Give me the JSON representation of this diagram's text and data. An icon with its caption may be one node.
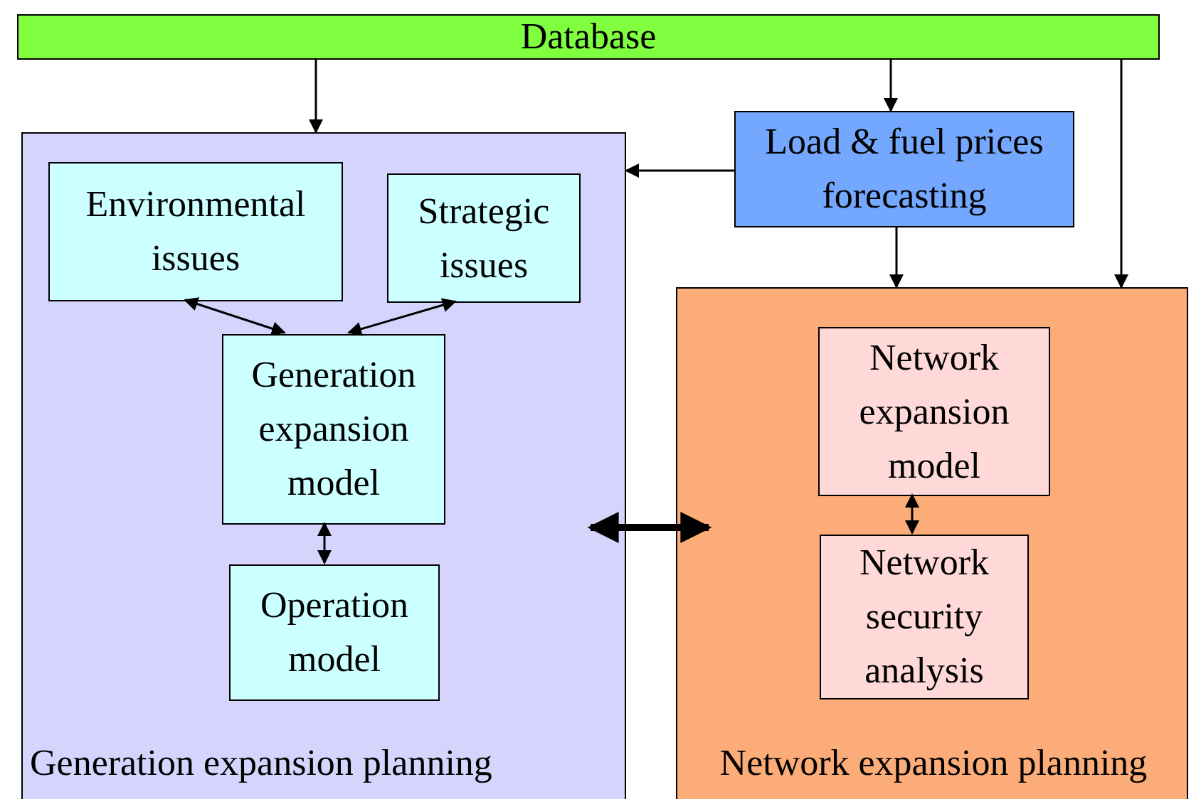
{
  "diagram": {
    "nodes": [
      {
        "text": [
          "Database"
        ]
      },
      {
        "text": [
          "Generation expansion planning"
        ]
      },
      {
        "text": [
          "Environmental issues"
        ],
        "in": 1
      },
      {
        "text": [
          "Strategic issues"
        ],
        "in": 1
      },
      {
        "text": [
          "Generation expansion model"
        ],
        "in": 1
      },
      {
        "text": [
          "Operation model"
        ],
        "in": 1
      },
      {
        "text": [
          "Load & fuel prices forecasting"
        ]
      },
      {
        "text": [
          "Network expansion planning"
        ]
      },
      {
        "text": [
          "Network expansion model"
        ],
        "in": 7
      },
      {
        "text": [
          "Network security analysis"
        ],
        "in": 7
      }
    ],
    "edges": [
      {
        "from": 0,
        "to": 1,
        "arrow": "to"
      },
      {
        "from": 0,
        "to": 6,
        "arrow": "to"
      },
      {
        "from": 0,
        "to": 7,
        "arrow": "to"
      },
      {
        "from": 6,
        "to": 1,
        "arrow": "to"
      },
      {
        "from": 6,
        "to": 7,
        "arrow": "to"
      },
      {
        "from": 2,
        "to": 4,
        "arrow": "both"
      },
      {
        "from": 3,
        "to": 4,
        "arrow": "both"
      },
      {
        "from": 4,
        "to": 5,
        "arrow": "both"
      },
      {
        "from": 8,
        "to": 9,
        "arrow": "both"
      },
      {
        "from": 1,
        "to": 7,
        "arrow": "both",
        "style": "thick"
      }
    ]
  }
}
